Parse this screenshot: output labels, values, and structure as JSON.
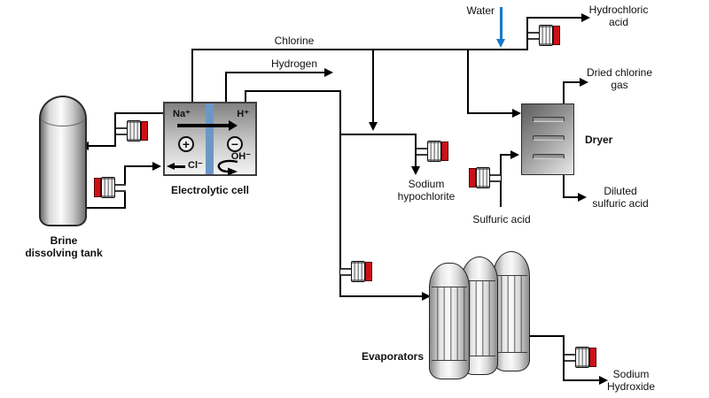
{
  "streams": {
    "water": "Water",
    "chlorine": "Chlorine",
    "hydrogen": "Hydrogen",
    "hydrochloric_acid": {
      "line1": "Hydrochloric",
      "line2": "acid"
    },
    "dried_chlorine_gas": {
      "line1": "Dried chlorine",
      "line2": "gas"
    },
    "diluted_sulfuric_acid": {
      "line1": "Diluted",
      "line2": "sulfuric acid"
    },
    "sulfuric_acid": "Sulfuric acid",
    "sodium_hypochlorite": {
      "line1": "Sodium",
      "line2": "hypochlorite"
    },
    "sodium_hydroxide": {
      "line1": "Sodium",
      "line2": "Hydroxide"
    }
  },
  "equipment": {
    "brine_tank": {
      "line1": "Brine",
      "line2": "dissolving tank"
    },
    "electrolytic_cell": {
      "label": "Electrolytic cell",
      "anode_ion": "Na⁺",
      "cathode_ion": "H⁺",
      "anode_sign": "+",
      "cathode_sign": "−",
      "chloride_ion": "Cl⁻",
      "hydroxide_ion": "OH⁻"
    },
    "dryer": {
      "label": "Dryer"
    },
    "evaporators": {
      "label": "Evaporators"
    }
  },
  "colors": {
    "pipe": "#000000",
    "water_arrow": "#1878c8",
    "pump_cap_red": "#ce1016",
    "membrane_blue": "#6d96c8"
  }
}
